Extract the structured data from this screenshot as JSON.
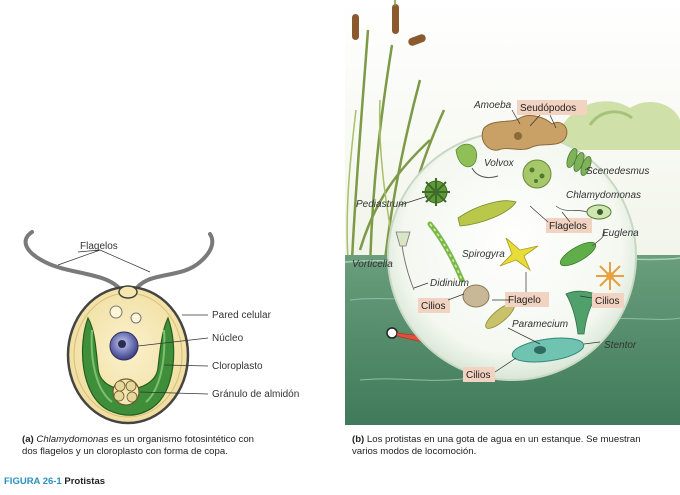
{
  "panel_a": {
    "labels": {
      "flagelos": "Flagelos",
      "pared": "Pared celular",
      "nucleo": "Núcleo",
      "cloroplasto": "Cloroplasto",
      "granulo": "Gránulo de almidón"
    },
    "caption": {
      "letter": "(a)",
      "species": "Chlamydomonas",
      "text_line1": " es un organismo fotosintético con",
      "text_line2": "dos flagelos y un cloroplasto con forma de copa."
    }
  },
  "panel_b": {
    "organisms": {
      "amoeba": "Amoeba",
      "volvox": "Volvox",
      "scenedesmus": "Scenedesmus",
      "chlamydomonas": "Chlamydomonas",
      "pediastrum": "Pediastrum",
      "euglena": "Euglena",
      "spirogyra": "Spirogyra",
      "vorticella": "Vorticella",
      "didinium": "Didinium",
      "paramecium": "Paramecium",
      "stentor": "Stentor"
    },
    "tags": {
      "seudopodos": "Seudópodos",
      "flagelos_1": "Flagelos",
      "flagelo": "Flagelo",
      "cilios_1": "Cilios",
      "cilios_2": "Cilios",
      "cilios_3": "Cilios"
    },
    "caption": {
      "letter": "(b)",
      "text_line1": " Los protistas en una gota de agua en un estanque. Se muestran",
      "text_line2": "varios modos de locomoción."
    }
  },
  "figure": {
    "number": "FIGURA 26-1",
    "title": "Protistas"
  },
  "colors": {
    "tag_bg": "#f2d2c0",
    "figure_number": "#2a8fbf",
    "chloroplast": "#3f8f3a",
    "water": "#4e8a6a",
    "arrow": "#e0503a"
  }
}
